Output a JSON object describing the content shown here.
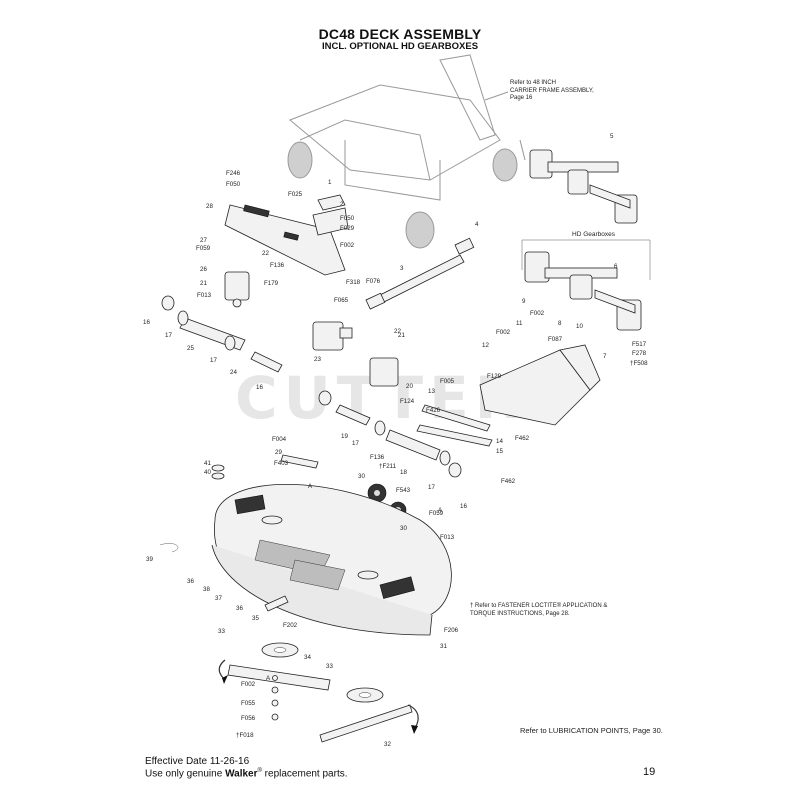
{
  "header": {
    "title": "DC48 DECK ASSEMBLY",
    "subtitle": "INCL. OPTIONAL HD GEARBOXES"
  },
  "notes": {
    "carrier_ref": [
      "Refer to 48 INCH",
      "CARRIER FRAME ASSEMBLY,",
      "Page 16"
    ],
    "hd_gearboxes": "HD Gearboxes",
    "loctite": [
      "† Refer to FASTENER LOCTITE® APPLICATION &",
      "TORQUE INSTRUCTIONS, Page 28."
    ],
    "lubrication": "Refer to LUBRICATION POINTS, Page 30."
  },
  "watermark": "CUTTERS",
  "callouts": [
    "F246",
    "F050",
    "F025",
    "1",
    "28",
    "2",
    "F050",
    "F029",
    "F002",
    "27",
    "F059",
    "22",
    "26",
    "F136",
    "21",
    "F179",
    "F013",
    "16",
    "17",
    "25",
    "17",
    "24",
    "16",
    "23",
    "22",
    "4",
    "3",
    "F318",
    "F076",
    "F065",
    "5",
    "6",
    "9",
    "F002",
    "11",
    "8",
    "10",
    "F002",
    "12",
    "F087",
    "F129",
    "7",
    "F517",
    "F278",
    "†F508",
    "13",
    "F005",
    "F426",
    "F462",
    "14",
    "15",
    "F462",
    "21",
    "20",
    "F124",
    "19",
    "17",
    "18",
    "F136",
    "†F211",
    "17",
    "16",
    "F004",
    "29",
    "F403",
    "41",
    "40",
    "30",
    "F543",
    "F059",
    "30",
    "F013",
    "39",
    "36",
    "38",
    "37",
    "36",
    "35",
    "33",
    "F202",
    "34",
    "F002",
    "F055",
    "F056",
    "†F018",
    "33",
    "32",
    "F206",
    "31",
    "A",
    "A",
    "A"
  ],
  "footer": {
    "effective_date": "Effective Date 11-26-16",
    "genuine_prefix": "Use only genuine ",
    "genuine_brand": "Walker",
    "genuine_mark": "®",
    "genuine_suffix": " replacement parts.",
    "page_number": "19"
  }
}
